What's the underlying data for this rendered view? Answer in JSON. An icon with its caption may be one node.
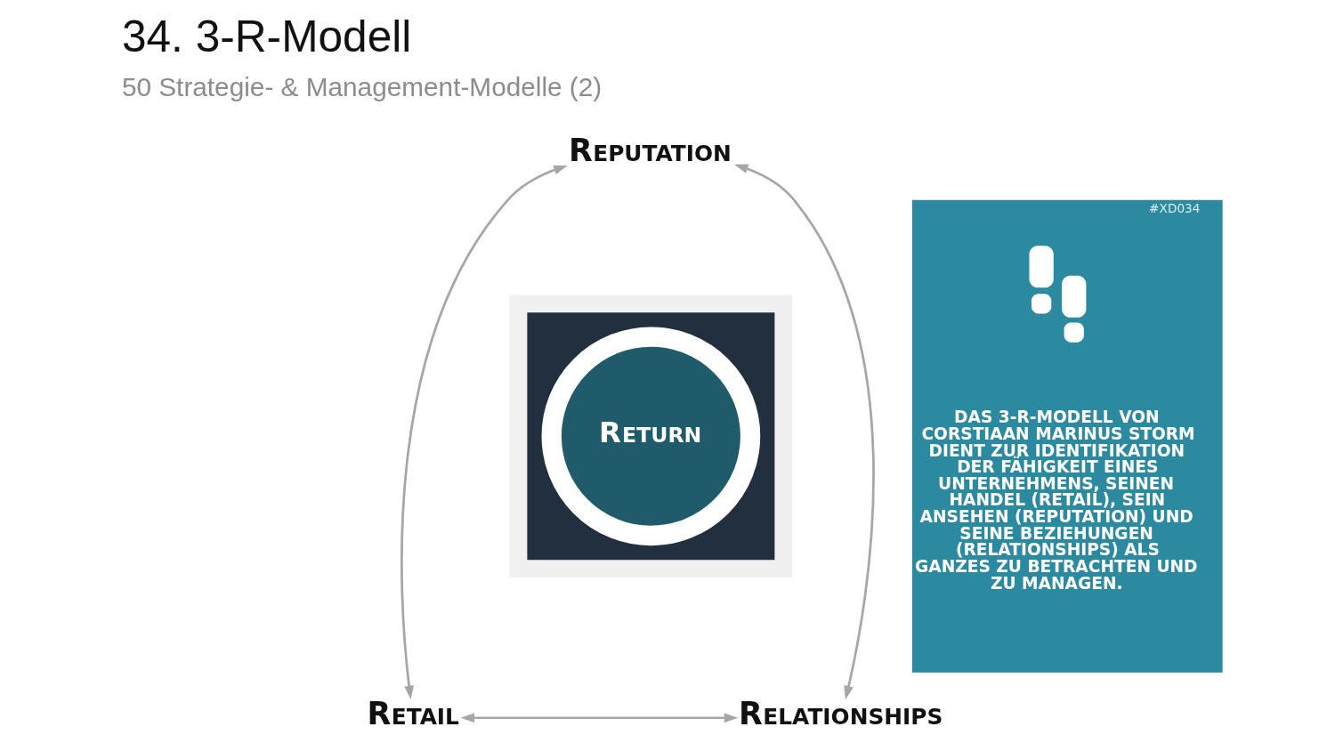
{
  "diagram": {
    "title": "34. 3-R-Modell",
    "nodes": [
      {
        "text": [
          "REPUTATION"
        ]
      },
      {
        "text": [],
        "shape": "triangle"
      },
      {
        "text": [
          "RETURN"
        ],
        "in": 1
      },
      {
        "text": [
          "RETAIL"
        ]
      },
      {
        "text": [
          "RELATIONSHIPS"
        ]
      },
      {
        "text": [
          "#XD034",
          "DAS 3-R-MODELL VON CORSTIAAN MARINUS STORM DIENT ZUR IDENTIFIKATION DER FÄHIGKEIT EINES UNTERNEHMENS, SEINEN HANDEL (RETAIL), SEIN ANSEHEN (REPUTATION) UND SEINE BEZIEHUNGEN (RELATIONSHIPS) ALS GANZES ZU BETRACHTEN UND ZU MANAGEN."
        ]
      }
    ],
    "edges": [
      {
        "from": 0,
        "to": 3,
        "arrow": "both"
      },
      {
        "from": 0,
        "to": 4,
        "arrow": "both"
      },
      {
        "from": 3,
        "to": 4,
        "arrow": "both"
      }
    ],
    "labels": [
      "50 Strategie- & Management-Modelle (2)"
    ]
  }
}
